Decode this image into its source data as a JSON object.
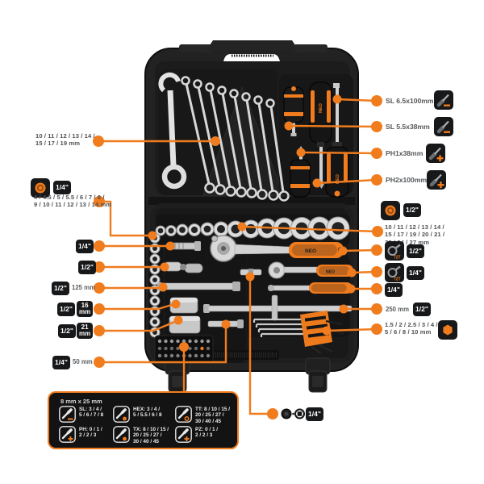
{
  "brand": "NEO",
  "accent": "#F07C1E",
  "callouts": {
    "wrench_sizes": {
      "l1": "10 / 11 / 12 / 13 / 14 /",
      "l2": "15 / 17 / 19 mm"
    },
    "quarter_header": {
      "badge": "1/4\""
    },
    "quarter_sockets": {
      "l1": "4 / 4.5 / 5 / 5.5 / 6 / 7 / 8 /",
      "l2": "9 / 10 / 11 / 12 / 13 / 14 mm"
    },
    "adapter_small": {
      "badge": "1/4\""
    },
    "joint": {
      "badge": "1/2\""
    },
    "ext125": {
      "badge": "1/2\"",
      "text": "125 mm"
    },
    "socket16": {
      "badge": "1/2\"",
      "size": "16",
      "unit": "mm"
    },
    "socket21": {
      "badge": "1/2\"",
      "size": "21",
      "unit": "mm"
    },
    "ext50": {
      "badge": "1/4\"",
      "text": "50 mm"
    },
    "screwdrivers": [
      {
        "label": "SL 6.5x100mm"
      },
      {
        "label": "SL 5.5x38mm"
      },
      {
        "label": "PH1x38mm"
      },
      {
        "label": "PH2x100mm"
      }
    ],
    "half_header": {
      "badge": "1/2\""
    },
    "half_sockets": {
      "l1": "10 / 11 / 12 / 13 / 14 /",
      "l2": "15 / 17 / 19 / 20 / 21 /",
      "l3": "22 / 24 / 27 mm"
    },
    "ratchet_half": {
      "badge": "1/2\"",
      "teeth": "72T"
    },
    "ratchet_quarter": {
      "badge": "1/4\"",
      "teeth": "72T"
    },
    "flex_handle": {
      "badge": "1/4\""
    },
    "ext250": {
      "text": "250 mm",
      "badge": "1/2\""
    },
    "hex_keys": {
      "l1": "1.5 / 2 / 2.5 / 3 / 4 /",
      "l2": "5 / 6 / 8 / 10 mm"
    },
    "bit_adapter": {
      "badge": "1/4\""
    }
  },
  "bits_panel": {
    "title": "8 mm x 25 mm",
    "items": [
      {
        "name": "SL",
        "l1": "SL: 3 / 4 /",
        "l2": "5 / 6 / 7 / 8",
        "l3": ""
      },
      {
        "name": "HEX",
        "l1": "HEX: 3 / 4 /",
        "l2": "5 / 5.5 / 6 / 8",
        "l3": ""
      },
      {
        "name": "TT",
        "l1": "TT: 8 / 10 / 15 /",
        "l2": "20 / 25 / 27 /",
        "l3": "30 / 40 / 45"
      },
      {
        "name": "PH",
        "l1": "PH: 0 / 1 /",
        "l2": "2 / 2 / 3",
        "l3": ""
      },
      {
        "name": "TX",
        "l1": "TX: 8 / 10 / 15 /",
        "l2": "20 / 25 / 27 /",
        "l3": "30 / 40 / 45"
      },
      {
        "name": "PZ",
        "l1": "PZ: 0 / 1 /",
        "l2": "2 / 2 / 3",
        "l3": ""
      }
    ]
  }
}
